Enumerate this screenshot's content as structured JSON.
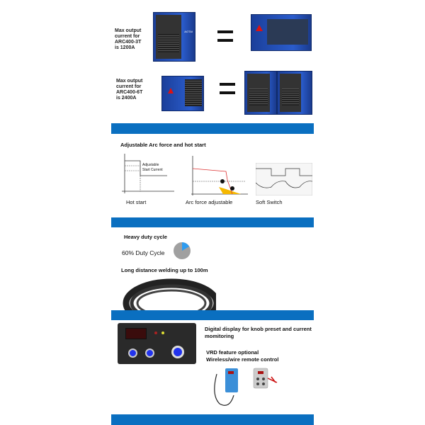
{
  "section1": {
    "row1_label": [
      "Max output",
      "current for",
      "ARC400-3T",
      "is 1200A"
    ],
    "row2_label": [
      "Max output",
      "current for",
      "ARC400-6T",
      "is 2400A"
    ],
    "brand": "AOTAI"
  },
  "section2": {
    "title": "Adjustable Arc force and hot start",
    "hot_start_annotation": [
      "Adjustable",
      "Start Current"
    ],
    "captions": [
      "Hot start",
      "Arc force adjustable",
      "Soft Switch"
    ]
  },
  "section3": {
    "heading": "Heavy  duty cycle",
    "duty_label": "60% Duty Cycle",
    "duty_percent": 60,
    "cable_label": "Long distance welding up to 100m"
  },
  "section4": {
    "display_text": [
      "Digital display for knob preset and current",
      "momitoring"
    ],
    "vrd_text": "VRD feature optional",
    "remote_text": "Wireless/wire remote control"
  },
  "colors": {
    "band": "#0a6fc0",
    "machine": "#2a5ccc",
    "highlight": "#f5b800"
  }
}
